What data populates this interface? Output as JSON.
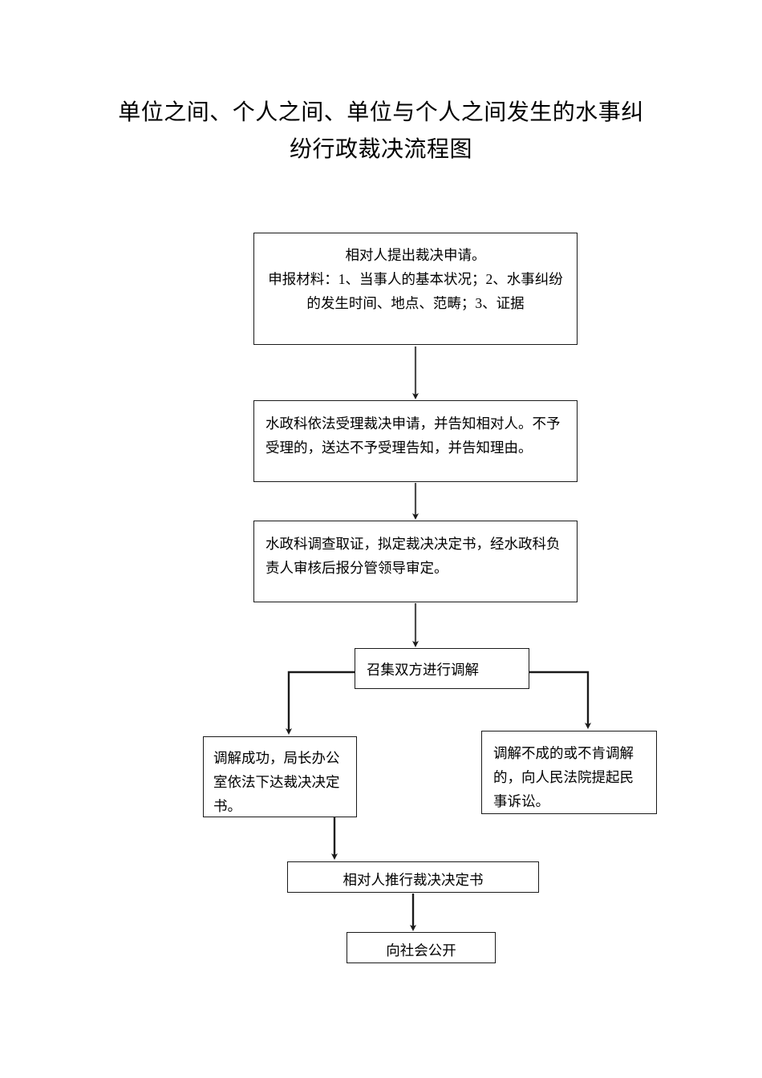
{
  "document": {
    "title_line_1": "单位之间、个人之间、单位与个人之间发生的水事纠",
    "title_line_2": "纷行政裁决流程图",
    "title_full": "单位之间、个人之间、单位与个人之间发生的水事纠纷行政裁决流程图"
  },
  "flowchart": {
    "type": "flowchart",
    "orientation": "top-to-bottom",
    "line_color": "#1a1a1a",
    "box_fill": "#ffffff",
    "nodes": [
      {
        "id": "n1",
        "name": "application-node",
        "text": "相对人提出裁决申请。\n申报材料：1、当事人的基本状况；2、水事纠纷的发生时间、地点、范畴；3、证据"
      },
      {
        "id": "n2",
        "name": "acceptance-node",
        "text": "水政科依法受理裁决申请，并告知相对人。不予受理的，送达不予受理告知，并告知理由。"
      },
      {
        "id": "n3",
        "name": "investigation-node",
        "text": "水政科调查取证，拟定裁决决定书，经水政科负责人审核后报分管领导审定。"
      },
      {
        "id": "n4",
        "name": "mediation-node",
        "text": "召集双方进行调解"
      },
      {
        "id": "n5",
        "name": "mediation-success-node",
        "text": "调解成功，局长办公室依法下达裁决决定书。"
      },
      {
        "id": "n6",
        "name": "mediation-failure-node",
        "text": "调解不成的或不肯调解的，向人民法院提起民事诉讼。"
      },
      {
        "id": "n7",
        "name": "execution-node",
        "text": "相对人推行裁决决定书"
      },
      {
        "id": "n8",
        "name": "publication-node",
        "text": "向社会公开"
      }
    ],
    "edges": [
      {
        "from": "n1",
        "to": "n2",
        "style": "straight-down"
      },
      {
        "from": "n2",
        "to": "n3",
        "style": "straight-down"
      },
      {
        "from": "n3",
        "to": "n4",
        "style": "straight-down"
      },
      {
        "from": "n4",
        "to": "n5",
        "style": "elbow-left"
      },
      {
        "from": "n4",
        "to": "n6",
        "style": "elbow-right"
      },
      {
        "from": "n5",
        "to": "n7",
        "style": "straight-down"
      },
      {
        "from": "n7",
        "to": "n8",
        "style": "straight-down"
      }
    ]
  }
}
